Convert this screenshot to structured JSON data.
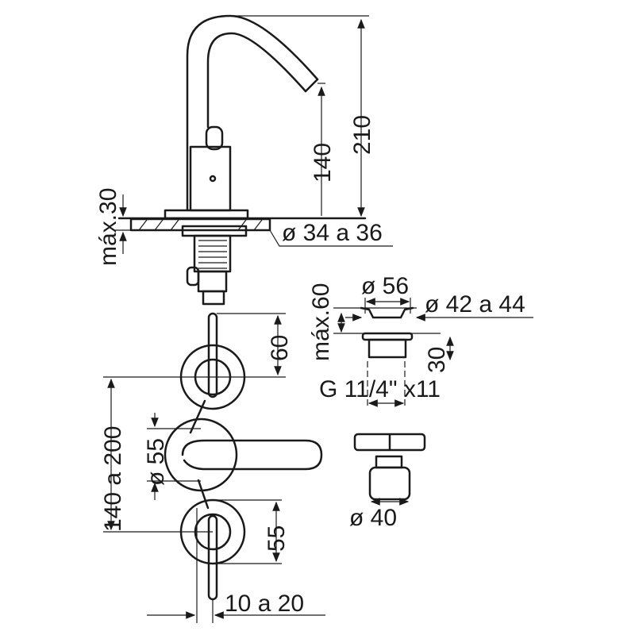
{
  "title": "Faucet set technical drawing",
  "dimensions": {
    "spout_height": "210",
    "outlet_height": "140",
    "max_counter": "máx.30",
    "hole_diameter": "ø 34 a 36",
    "drain_diameter": "ø 56",
    "drain_max": "máx.60",
    "drain_hole": "ø 42 a 44",
    "drain_depth": "30",
    "drain_thread": "G 11/4\" x11",
    "handle_height": "60",
    "handle_spacing": "140 a 200",
    "spout_base_diameter": "ø 55",
    "lever_height": "55",
    "lever_offset": "10 a 20",
    "cap_diameter": "ø 40"
  }
}
